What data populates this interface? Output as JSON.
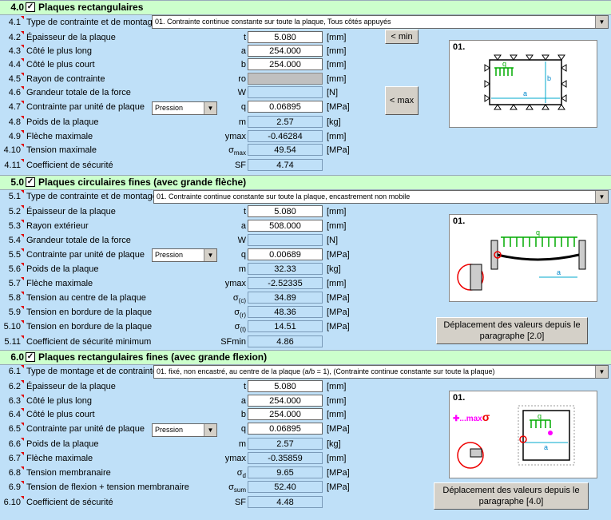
{
  "colors": {
    "section": "#ccffcc",
    "background": "#bfe0f8",
    "marker": "#e00000",
    "load": "#00aa00",
    "pink": "#ff00ff"
  },
  "sections": [
    {
      "num": "4.0",
      "title": "Plaques rectangulaires",
      "diagram_label": "01."
    },
    {
      "num": "5.0",
      "title": "Plaques circulaires fines (avec grande flèche)",
      "diagram_label": "01."
    },
    {
      "num": "6.0",
      "title": "Plaques rectangulaires fines (avec grande flexion)",
      "diagram_label": "01."
    }
  ],
  "check": "✓",
  "s4": {
    "type_label": "Type de contrainte et de montage",
    "type_value": "01. Contrainte continue constante sur toute la plaque, Tous côtés appuyés",
    "pression": "Pression",
    "btn_min": "< min",
    "btn_max": "< max",
    "rows": [
      {
        "n": "4.1",
        "label": "Type de contrainte et de montage",
        "sym": "",
        "val": "",
        "unit": ""
      },
      {
        "n": "4.2",
        "label": "Épaisseur de la plaque",
        "sym": "t",
        "val": "5.080",
        "unit": "[mm]"
      },
      {
        "n": "4.3",
        "label": "Côté le plus long",
        "sym": "a",
        "val": "254.000",
        "unit": "[mm]"
      },
      {
        "n": "4.4",
        "label": "Côté le plus court",
        "sym": "b",
        "val": "254.000",
        "unit": "[mm]"
      },
      {
        "n": "4.5",
        "label": "Rayon de contrainte",
        "sym": "ro",
        "val": "",
        "unit": "[mm]"
      },
      {
        "n": "4.6",
        "label": "Grandeur totale de la force",
        "sym": "W",
        "val": "",
        "unit": "[N]"
      },
      {
        "n": "4.7",
        "label": "Contrainte par unité de plaque",
        "sym": "q",
        "val": "0.06895",
        "unit": "[MPa]"
      },
      {
        "n": "4.8",
        "label": "Poids de la plaque",
        "sym": "m",
        "val": "2.57",
        "unit": "[kg]"
      },
      {
        "n": "4.9",
        "label": "Flèche maximale",
        "sym": "ymax",
        "val": "-0.46284",
        "unit": "[mm]"
      },
      {
        "n": "4.10",
        "label": "Tension maximale",
        "sym": "σ",
        "sub": "max",
        "val": "49.54",
        "unit": "[MPa]"
      },
      {
        "n": "4.11",
        "label": "Coefficient de sécurité",
        "sym": "SF",
        "val": "4.74",
        "unit": ""
      }
    ]
  },
  "s5": {
    "type_value": "01. Contrainte continue constante sur toute la plaque, encastrement non mobile",
    "pression": "Pression",
    "btn_move": "Déplacement des valeurs depuis le paragraphe [2.0]",
    "rows": [
      {
        "n": "5.1",
        "label": "Type de contrainte et de montage",
        "sym": "",
        "val": "",
        "unit": ""
      },
      {
        "n": "5.2",
        "label": "Épaisseur de la plaque",
        "sym": "t",
        "val": "5.080",
        "unit": "[mm]"
      },
      {
        "n": "5.3",
        "label": "Rayon extérieur",
        "sym": "a",
        "val": "508.000",
        "unit": "[mm]"
      },
      {
        "n": "5.4",
        "label": "Grandeur totale de la force",
        "sym": "W",
        "val": "",
        "unit": "[N]"
      },
      {
        "n": "5.5",
        "label": "Contrainte par unité de plaque",
        "sym": "q",
        "val": "0.00689",
        "unit": "[MPa]"
      },
      {
        "n": "5.6",
        "label": "Poids de la plaque",
        "sym": "m",
        "val": "32.33",
        "unit": "[kg]"
      },
      {
        "n": "5.7",
        "label": "Flèche maximale",
        "sym": "ymax",
        "val": "-2.52335",
        "unit": "[mm]"
      },
      {
        "n": "5.8",
        "label": "Tension au centre de la plaque",
        "sym": "σ",
        "sub": "(c)",
        "val": "34.89",
        "unit": "[MPa]"
      },
      {
        "n": "5.9",
        "label": "Tension en bordure de la plaque",
        "sym": "σ",
        "sub": "(r)",
        "val": "48.36",
        "unit": "[MPa]"
      },
      {
        "n": "5.10",
        "label": "Tension en bordure de la plaque",
        "sym": "σ",
        "sub": "(t)",
        "val": "14.51",
        "unit": "[MPa]"
      },
      {
        "n": "5.11",
        "label": "Coefficient de sécurité minimum",
        "sym": "SFmin",
        "val": "4.86",
        "unit": ""
      }
    ]
  },
  "s6": {
    "type_value": "01. fixé, non encastré, au centre de la plaque  (a/b = 1), (Contrainte continue constante sur toute la plaque)",
    "pression": "Pression",
    "btn_move": "Déplacement des valeurs depuis le paragraphe [4.0]",
    "diag_text": "...max",
    "rows": [
      {
        "n": "6.1",
        "label": "Type de montage et de contrainte",
        "sym": "",
        "val": "",
        "unit": ""
      },
      {
        "n": "6.2",
        "label": "Épaisseur de la plaque",
        "sym": "t",
        "val": "5.080",
        "unit": "[mm]"
      },
      {
        "n": "6.3",
        "label": "Côté le plus long",
        "sym": "a",
        "val": "254.000",
        "unit": "[mm]"
      },
      {
        "n": "6.4",
        "label": "Côté le plus court",
        "sym": "b",
        "val": "254.000",
        "unit": "[mm]"
      },
      {
        "n": "6.5",
        "label": "Contrainte par unité de plaque",
        "sym": "q",
        "val": "0.06895",
        "unit": "[MPa]"
      },
      {
        "n": "6.6",
        "label": "Poids de la plaque",
        "sym": "m",
        "val": "2.57",
        "unit": "[kg]"
      },
      {
        "n": "6.7",
        "label": "Flèche maximale",
        "sym": "ymax",
        "val": "-0.35859",
        "unit": "[mm]"
      },
      {
        "n": "6.8",
        "label": "Tension membranaire",
        "sym": "σ",
        "sub": "d",
        "val": "9.65",
        "unit": "[MPa]"
      },
      {
        "n": "6.9",
        "label": "Tension de flexion + tension membranaire",
        "sym": "σ",
        "sub": "sum",
        "val": "52.40",
        "unit": "[MPa]"
      },
      {
        "n": "6.10",
        "label": "Coefficient de sécurité",
        "sym": "SF",
        "val": "4.48",
        "unit": ""
      }
    ]
  }
}
